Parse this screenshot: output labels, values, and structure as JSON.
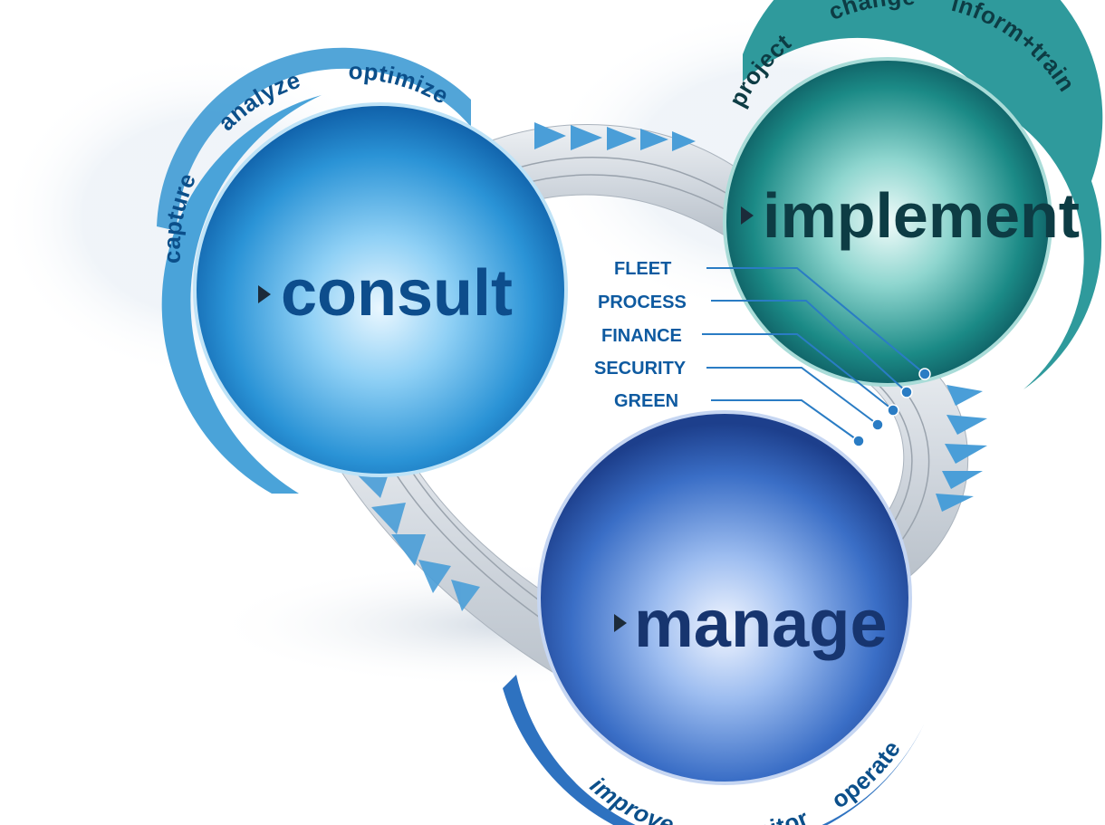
{
  "spheres": {
    "consult": {
      "label": "consult",
      "ring_words": [
        "capture",
        "analyze",
        "optimize"
      ]
    },
    "implement": {
      "label": "implement",
      "ring_words": [
        "project",
        "change",
        "inform+train"
      ]
    },
    "manage": {
      "label": "manage",
      "ring_words": [
        "improve",
        "monitor",
        "operate"
      ]
    }
  },
  "categories": [
    "FLEET",
    "PROCESS",
    "FINANCE",
    "SECURITY",
    "GREEN"
  ],
  "colors": {
    "consult": "#1f8fd8",
    "implement": "#0e7a78",
    "manage": "#2f5fb8",
    "ring_outer_blue": "#4aa3d9",
    "band": "#dfe4ea",
    "arrow": "#4a9ed8",
    "label_blue": "#0e5aa0"
  }
}
